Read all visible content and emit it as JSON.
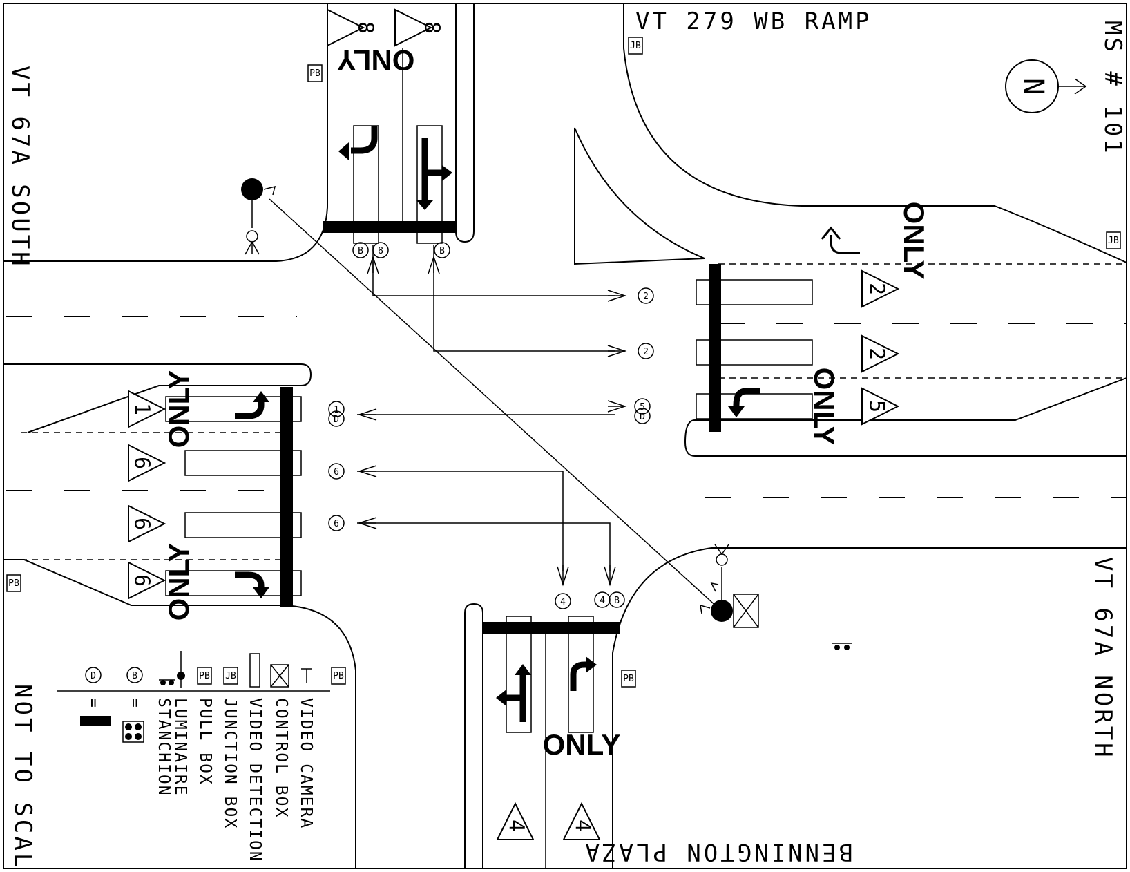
{
  "labels": {
    "north_ramp": "VT 279 WB RAMP",
    "map_id": "MS # 101",
    "north_arrow": "N",
    "road_south": "VT 67A SOUTH",
    "road_north": "VT 67A NORTH",
    "plaza": "BENNINGTON PLAZA",
    "scale_note": "NOT TO SCALE",
    "lane_only": "ONLY"
  },
  "phases": {
    "p1": "1",
    "p2": "2",
    "p4": "4",
    "p5": "5",
    "p6": "6",
    "p8": "8"
  },
  "detectors": {
    "d2a": "2",
    "d2b": "2",
    "d5": "5",
    "dD": "D",
    "d1": "1",
    "d6a": "6",
    "d6b": "6",
    "d4a": "4",
    "d4b": "4",
    "dB": "B",
    "d8": "8"
  },
  "device_tags": {
    "pull_box": "PB",
    "junction_box": "JB"
  },
  "legend": {
    "items": [
      {
        "symbol": "video-camera",
        "label": "VIDEO CAMERA"
      },
      {
        "symbol": "control-box",
        "label": "CONTROL BOX"
      },
      {
        "symbol": "video-detection",
        "label": "VIDEO DETECTION"
      },
      {
        "symbol": "junction-box",
        "label": "JUNCTION BOX"
      },
      {
        "symbol": "pull-box",
        "label": "PULL BOX"
      },
      {
        "symbol": "luminaire",
        "label": "LUMINAIRE"
      },
      {
        "symbol": "stanchion",
        "label": "STANCHION"
      }
    ],
    "b_equals": "=",
    "d_equals": "="
  }
}
